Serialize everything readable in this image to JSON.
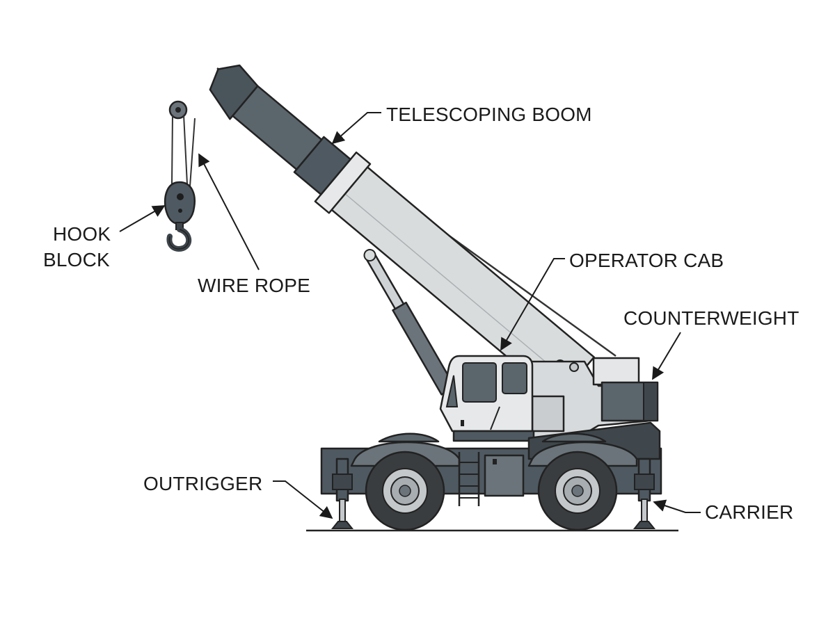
{
  "labels": {
    "telescoping_boom": "TELESCOPING BOOM",
    "hook_block_line1": "HOOK",
    "hook_block_line2": "BLOCK",
    "wire_rope": "WIRE ROPE",
    "operator_cab": "OPERATOR CAB",
    "counterweight": "COUNTERWEIGHT",
    "outrigger": "OUTRIGGER",
    "carrier": "CARRIER"
  },
  "colors": {
    "boom_light": "#d9dcdd",
    "steel_dark": "#4f5961",
    "steel_mid": "#6b747b",
    "tire": "#3a3d40",
    "outline": "#222222"
  }
}
